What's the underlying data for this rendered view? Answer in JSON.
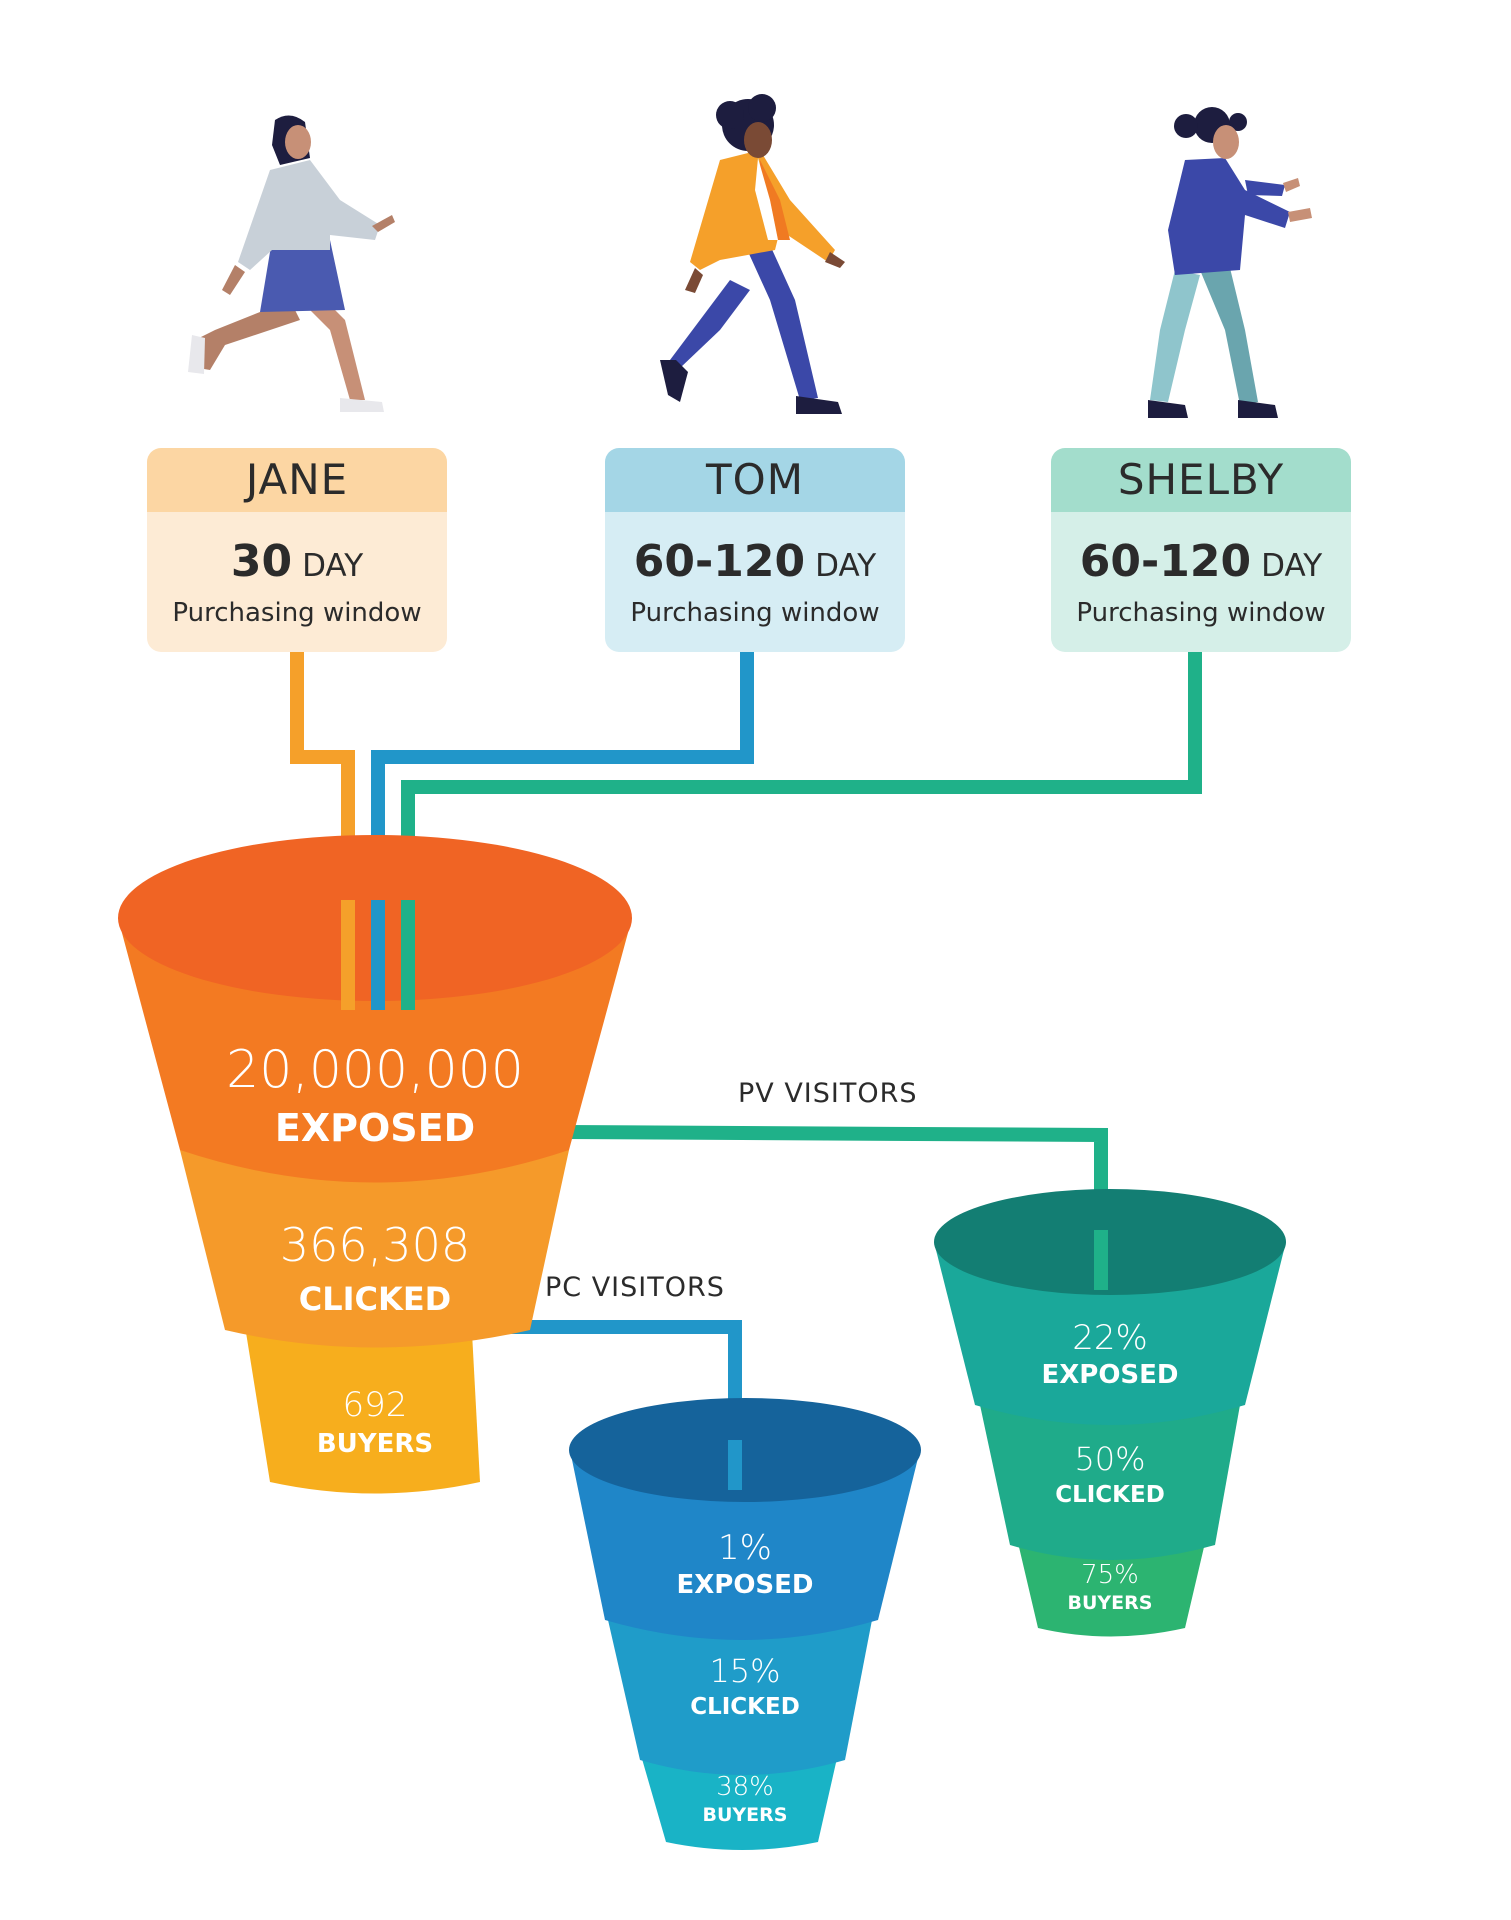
{
  "personas": [
    {
      "name": "JANE",
      "days": "30",
      "unit": "DAY",
      "window": "Purchasing window",
      "header_color": "#fcd6a3",
      "body_color": "#fdebd5"
    },
    {
      "name": "TOM",
      "days": "60-120",
      "unit": "DAY",
      "window": "Purchasing window",
      "header_color": "#a4d6e6",
      "body_color": "#d6edf4"
    },
    {
      "name": "SHELBY",
      "days": "60-120",
      "unit": "DAY",
      "window": "Purchasing window",
      "header_color": "#a3ddcc",
      "body_color": "#d5efe8"
    }
  ],
  "main_funnel": {
    "stages": [
      {
        "value": "20,000,000",
        "label": "EXPOSED"
      },
      {
        "value": "366,308",
        "label": "CLICKED"
      },
      {
        "value": "692",
        "label": "BUYERS"
      }
    ]
  },
  "pc_funnel": {
    "title": "PC VISITORS",
    "stages": [
      {
        "value": "1%",
        "label": "EXPOSED"
      },
      {
        "value": "15%",
        "label": "CLICKED"
      },
      {
        "value": "38%",
        "label": "BUYERS"
      }
    ]
  },
  "pv_funnel": {
    "title": "PV VISITORS",
    "stages": [
      {
        "value": "22%",
        "label": "EXPOSED"
      },
      {
        "value": "50%",
        "label": "CLICKED"
      },
      {
        "value": "75%",
        "label": "BUYERS"
      }
    ]
  },
  "colors": {
    "orange_line": "#f5a02a",
    "blue_line": "#2196c9",
    "green_line": "#1fb189"
  }
}
